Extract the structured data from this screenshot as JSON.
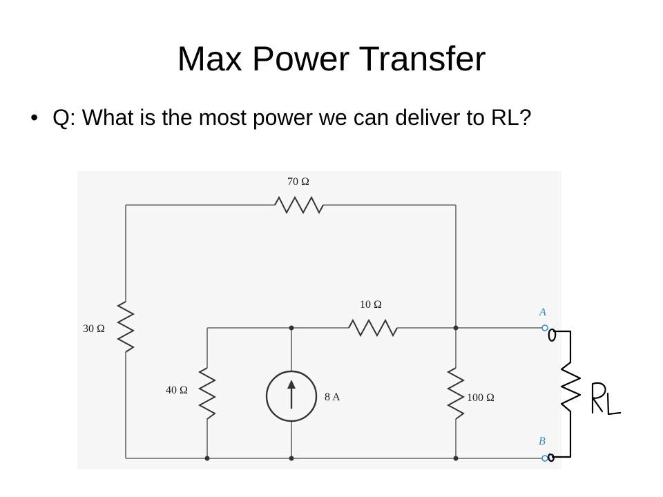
{
  "slide": {
    "title": "Max Power Transfer",
    "bullet_symbol": "•",
    "bullet_text": "Q: What is the most power we can deliver to RL?"
  },
  "circuit": {
    "resistor_top": "70 Ω",
    "resistor_left": "30 Ω",
    "resistor_middle": "10 Ω",
    "resistor_inner_left": "40 Ω",
    "current_source": "8 A",
    "resistor_right": "100 Ω",
    "node_a": "A",
    "node_b": "B",
    "load_label": "RL",
    "wire_color": "#666666",
    "node_color": "#2a8fb8",
    "background_color": "#f7f7f7"
  }
}
